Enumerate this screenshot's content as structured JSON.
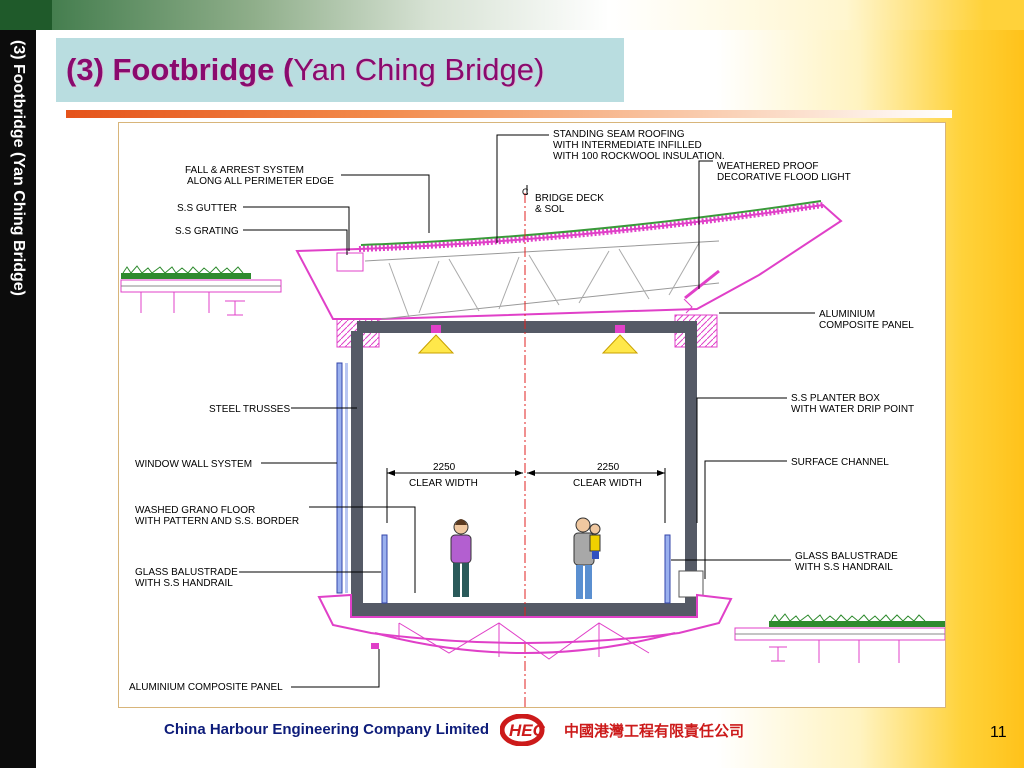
{
  "slide": {
    "sidebar_text": "(3) Footbridge (Yan Ching Bridge)",
    "title_prefix": "(3) Footbridge (",
    "title_rest": "Yan Ching Bridge)",
    "page_number": "11"
  },
  "footer": {
    "company": "China Harbour Engineering Company Limited",
    "logo_text": "HEC",
    "chinese_name": "中國港灣工程有限責任公司"
  },
  "labels": {
    "roofing_1": "STANDING SEAM ROOFING",
    "roofing_2": "WITH INTERMEDIATE INFILLED",
    "roofing_3": "WITH 100 ROCKWOOL INSULATION.",
    "fall_1": "FALL & ARREST SYSTEM",
    "fall_2": "ALONG ALL PERIMETER EDGE",
    "cl": "C",
    "deck_1": "BRIDGE DECK",
    "deck_2": "& SOL",
    "light_1": "WEATHERED PROOF",
    "light_2": "DECORATIVE FLOOD LIGHT",
    "gutter": "S.S GUTTER",
    "grating": "S.S GRATING",
    "acp_top_1": "ALUMINIUM",
    "acp_top_2": "COMPOSITE PANEL",
    "trusses": "STEEL TRUSSES",
    "planter_1": "S.S PLANTER BOX",
    "planter_2": "WITH WATER DRIP POINT",
    "window": "WINDOW WALL SYSTEM",
    "channel": "SURFACE CHANNEL",
    "width_left_num": "2250",
    "width_left_txt": "CLEAR WIDTH",
    "width_right_num": "2250",
    "width_right_txt": "CLEAR WIDTH",
    "floor_1": "WASHED GRANO FLOOR",
    "floor_2": "WITH PATTERN AND S.S. BORDER",
    "bal_left_1": "GLASS BALUSTRADE",
    "bal_left_2": "WITH S.S HANDRAIL",
    "bal_right_1": "GLASS BALUSTRADE",
    "bal_right_2": "WITH S.S HANDRAIL",
    "acp_bottom": "ALUMINIUM COMPOSITE PANEL"
  },
  "colors": {
    "title": "#8a0a6e",
    "footer_company": "#0d1c7a",
    "footer_chinese": "#cc1a1a",
    "structure_outline": "#e040c8",
    "steel": "#555a66",
    "centerline": "#e02020"
  }
}
